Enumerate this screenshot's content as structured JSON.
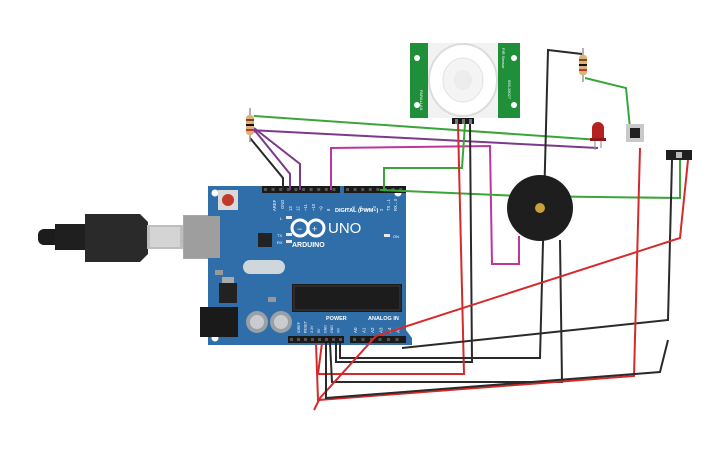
{
  "board": {
    "brand": "ARDUINO",
    "model": "UNO",
    "header_digital": "DIGITAL (PWM~)",
    "header_power": "POWER",
    "header_analog": "ANALOG IN",
    "aref": "AREF",
    "gnd": "GND",
    "digital_pins": [
      "13",
      "12",
      "~11",
      "~10",
      "~9",
      "8",
      "7",
      "~6",
      "~5",
      "4",
      "~3",
      "2",
      "TX→1",
      "RX←0"
    ],
    "power_pins": [
      "IOREF",
      "RESET",
      "3.3V",
      "5V",
      "GND",
      "GND",
      "Vin"
    ],
    "analog_pins": [
      "A0",
      "A1",
      "A2",
      "A3",
      "A4",
      "A5"
    ],
    "led_l": "L",
    "led_tx": "TX",
    "led_rx": "RX",
    "on_label": "ON"
  },
  "pir": {
    "label_right": "555-28027",
    "label_left": "PARALLAX",
    "label_top": "PIR Sensor"
  },
  "colors": {
    "board": "#2f6ea8",
    "pir_pcb": "#1f8f3a",
    "wire_green": "#3aa63a",
    "wire_red": "#d62a2a",
    "wire_black": "#2a2a2a",
    "wire_purple": "#7b3a8c",
    "wire_magenta": "#c0359a",
    "led_red": "#b52020",
    "buzzer": "#1e1e1e",
    "usb_cable": "#222222"
  }
}
